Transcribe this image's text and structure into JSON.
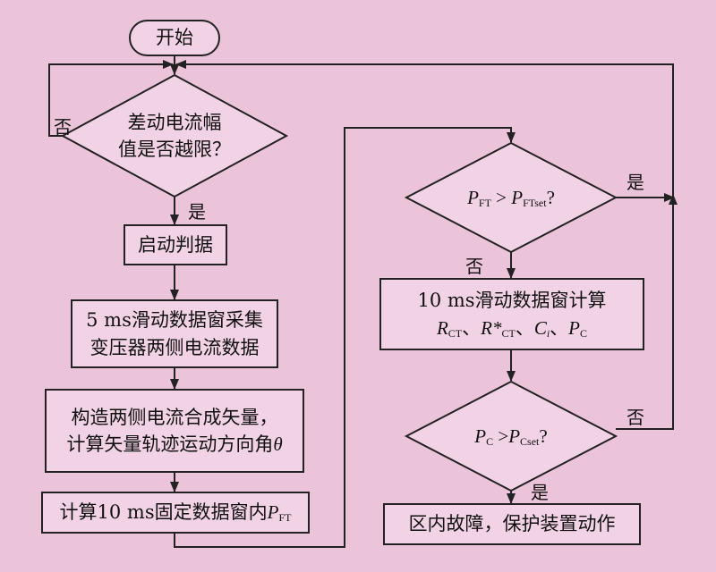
{
  "nodes": {
    "start": "开始",
    "decision1_line1": "差动电流幅",
    "decision1_line2": "值是否越限？",
    "startup": "启动判据",
    "sample_line1": "5 ms滑动数据窗采集",
    "sample_line2": "变压器两侧电流数据",
    "vector_line1": "构造两侧电流合成矢量，",
    "vector_line2": "计算矢量轨迹运动方向角",
    "vector_symbol": "θ",
    "calc_fixed_text": "计算10 ms固定数据窗内",
    "calc_fixed_symbol": "P",
    "calc_fixed_sub": "FT",
    "decision2": {
      "p": "P",
      "sub": "FT",
      "op": " > ",
      "p2": "P",
      "sub2": "FTset",
      "q": "?"
    },
    "calc_sliding_line1": "10 ms滑动数据窗计算",
    "calc_sliding_items": {
      "r": "R",
      "r_sub": "CT",
      "sep1": "、",
      "rstar": "R*",
      "rstar_sub": "CT",
      "sep2": "、",
      "c": "C",
      "c_sub": "i",
      "sep3": "、",
      "p": "P",
      "p_sub": "C"
    },
    "decision3": {
      "p": "P",
      "sub": "C",
      "op": " >",
      "p2": "P",
      "sub2": "Cset",
      "q": "?"
    },
    "fault": "区内故障，保护装置动作"
  },
  "labels": {
    "d1_no": "否",
    "d1_yes": "是",
    "d2_yes": "是",
    "d2_no": "否",
    "d3_no": "否",
    "d3_yes": "是"
  },
  "colors": {
    "background": "#ecc4da",
    "box_fill": "#f2d3e5",
    "line": "#222222"
  }
}
